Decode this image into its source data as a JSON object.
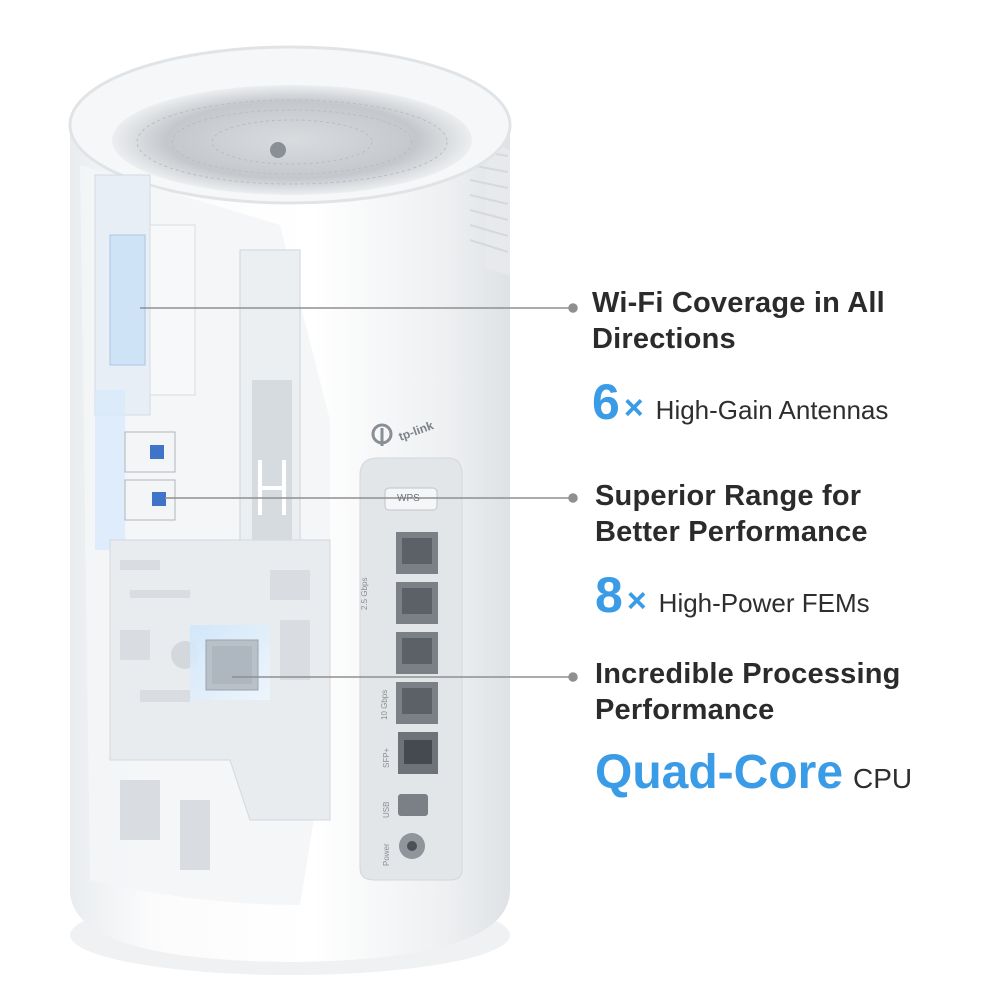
{
  "brand_logo_text": "tp-link",
  "device_labels": {
    "wps_button": "WPS",
    "port_label_1": "2.5 Gbps",
    "port_label_2": "10 Gbps",
    "port_label_3": "SFP+",
    "port_label_4": "USB",
    "port_label_5": "Power"
  },
  "features": [
    {
      "title_line1": "Wi-Fi Coverage in All",
      "title_line2": "Directions",
      "stat_value": "6",
      "stat_multiplier": "×",
      "stat_label": "High-Gain Antennas"
    },
    {
      "title_line1": "Superior Range for",
      "title_line2": "Better Performance",
      "stat_value": "8",
      "stat_multiplier": "×",
      "stat_label": "High-Power FEMs"
    },
    {
      "title_line1": "Incredible Processing",
      "title_line2": "Performance",
      "stat_value": "Quad-Core",
      "stat_label": "CPU"
    }
  ],
  "colors": {
    "accent_blue": "#3a9be6",
    "text_dark": "#2b2b2b",
    "leader_line": "#8f8f8f"
  }
}
